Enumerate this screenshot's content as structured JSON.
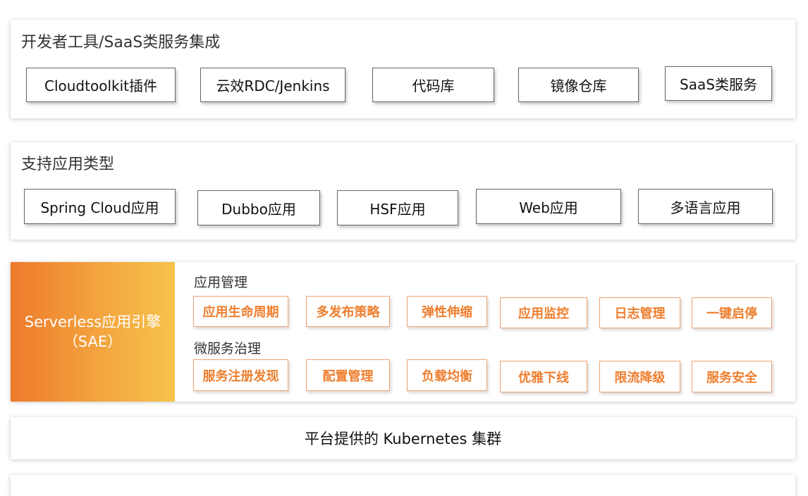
{
  "dev_tools": {
    "title": "开发者工具/SaaS类服务集成",
    "items": [
      "Cloudtoolkit插件",
      "云效RDC/Jenkins",
      "代码库",
      "镜像仓库",
      "SaaS类服务"
    ]
  },
  "app_types": {
    "title": "支持应用类型",
    "items": [
      "Spring Cloud应用",
      "Dubbo应用",
      "HSF应用",
      "Web应用",
      "多语言应用"
    ]
  },
  "engine": {
    "name": "Serverless应用引擎",
    "abbr": "（SAE）",
    "app_mgmt_title": "应用管理",
    "app_mgmt_items": [
      "应用生命周期",
      "多发布策略",
      "弹性伸缩",
      "应用监控",
      "日志管理",
      "一键启停"
    ],
    "micro_title": "微服务治理",
    "micro_items": [
      "服务注册发现",
      "配置管理",
      "负载均衡",
      "优雅下线",
      "限流降级",
      "服务安全"
    ],
    "accent_color": "#ee7e2e",
    "gradient": [
      "#ee7a2c",
      "#f6c34a"
    ]
  },
  "platform": {
    "label": "平台提供的 Kubernetes 集群"
  }
}
